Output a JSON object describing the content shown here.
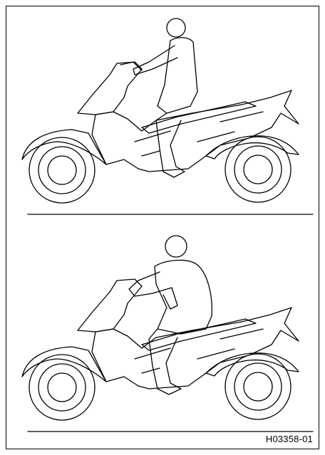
{
  "figure": {
    "code": "H03358-01",
    "line_color": "#000000",
    "background": "#ffffff",
    "panels": [
      {
        "id": "top",
        "subject": "atv-with-rider-upright"
      },
      {
        "id": "bottom",
        "subject": "atv-with-rider-leaning-forward"
      }
    ]
  }
}
